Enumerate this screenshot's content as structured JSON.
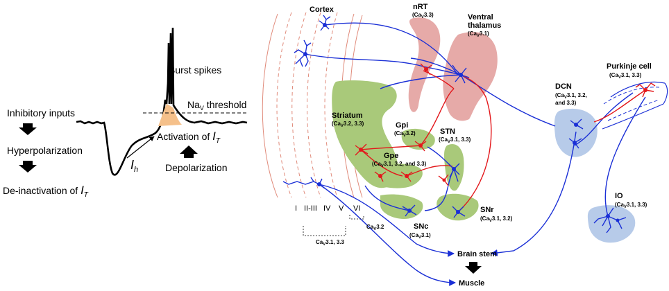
{
  "left_panel": {
    "inhibitory_inputs": "Inhibitory inputs",
    "hyperpolarization": "Hyperpolarization",
    "deinactivation": "De-inactivation of ",
    "i_t": "I",
    "i_t_sub": "T",
    "i_h": "I",
    "i_h_sub": "h",
    "burst_spikes": "Burst spikes",
    "nav_threshold_a": "Na",
    "nav_threshold_sub": "V",
    "nav_threshold_b": " threshold",
    "activation_of": "Activation of ",
    "depolarization": "Depolarization"
  },
  "regions": {
    "cortex": {
      "name": "Cortex"
    },
    "nrt": {
      "name": "nRT",
      "channel": "(Ca",
      "sub": "V",
      "rest": "3.3)"
    },
    "ventral_thalamus": {
      "name1": "Ventral",
      "name2": "thalamus",
      "channel": "(Ca",
      "sub": "V",
      "rest": "3.1)"
    },
    "striatum": {
      "name": "Striatum",
      "channel": "(Ca",
      "sub": "V",
      "rest": "3.2, 3.3)"
    },
    "gpi": {
      "name": "Gpi",
      "channel": "(Ca",
      "sub": "V",
      "rest": "3.2)"
    },
    "stn": {
      "name": "STN",
      "channel": "(Ca",
      "sub": "V",
      "rest": "3.1, 3.3)"
    },
    "gpe": {
      "name": "Gpe",
      "channel": "(Ca",
      "sub": "V",
      "rest": "3.1, 3.2, and 3.3)"
    },
    "snr": {
      "name": "SNr",
      "channel": "(Ca",
      "sub": "V",
      "rest": "3.1, 3.2)"
    },
    "snc": {
      "name": "SNc",
      "channel": "(Ca",
      "sub": "V",
      "rest": "3.1)"
    },
    "dcn": {
      "name": "DCN",
      "line1a": "(Ca",
      "sub": "V",
      "line1b": "3.1, 3.2,",
      "line2": "and 3.3)"
    },
    "purkinje": {
      "name": "Purkinje cell",
      "channel": "(Ca",
      "sub": "V",
      "rest": "3.1, 3.3)"
    },
    "io": {
      "name": "IO",
      "channel": "(Ca",
      "sub": "V",
      "rest": "3.1, 3.3)"
    },
    "brain_stem": {
      "name": "Brain stem"
    },
    "muscle": {
      "name": "Muscle"
    }
  },
  "cortical_layers": {
    "labels": [
      "I",
      "II-III",
      "IV",
      "V",
      "VI"
    ],
    "cav32_a": "Ca",
    "cav32_sub": "V",
    "cav32_b": "3.2",
    "cav3133_a": "Ca",
    "cav3133_sub": "V",
    "cav3133_b": "3.1, 3.3"
  },
  "colors": {
    "green": "#a9c97a",
    "pink": "#e6aaa8",
    "lightblue": "#b7cbe9",
    "blue_neuron": "#1a2fd6",
    "red_neuron": "#e3171b",
    "orange_fill": "#f5c08a"
  }
}
